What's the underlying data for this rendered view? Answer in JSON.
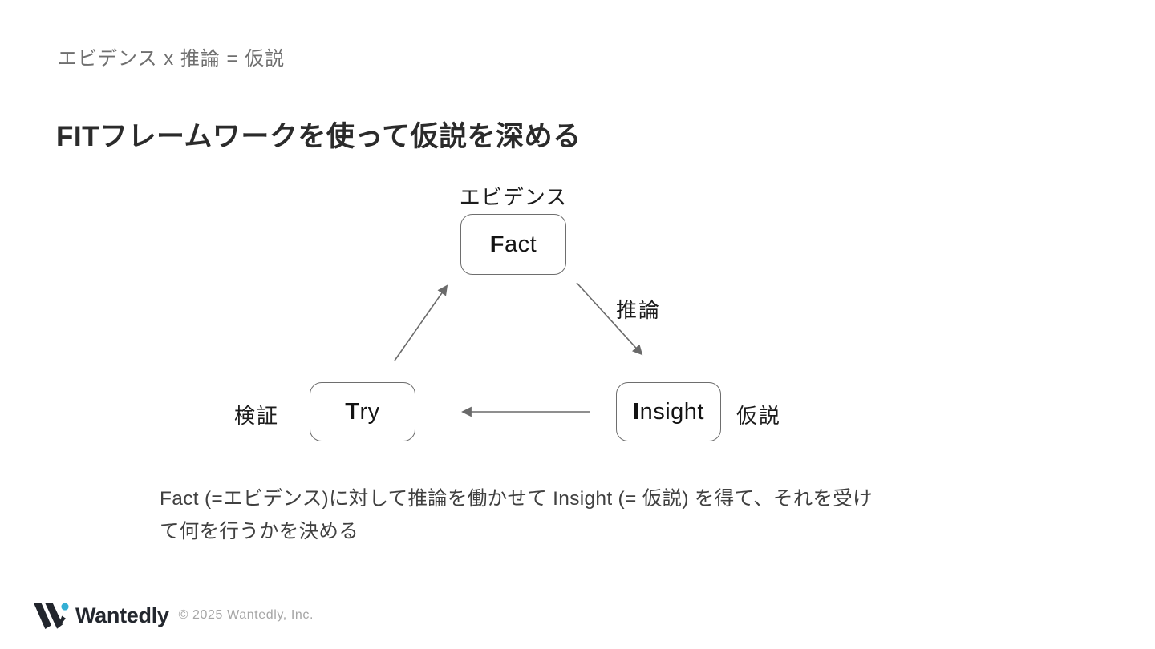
{
  "slide": {
    "eyebrow": "エビデンス x 推論 = 仮説",
    "title": "FITフレームワークを使って仮説を深める"
  },
  "diagram": {
    "nodes": {
      "fact": {
        "label": "Fact",
        "annotation": "エビデンス"
      },
      "insight": {
        "label": "Insight",
        "annotation": "仮説"
      },
      "try": {
        "label": "Try",
        "annotation": "検証"
      }
    },
    "edges": {
      "fact_to_insight": {
        "label": "推論"
      },
      "insight_to_try": {
        "label": ""
      },
      "try_to_fact": {
        "label": ""
      }
    },
    "stroke_color": "#6a6a6a"
  },
  "body": {
    "lines": [
      "Fact (=エビデンス)に対して推論を働かせて Insight (= 仮説) を得て、それを受け",
      "て何を行うかを決める"
    ]
  },
  "footer": {
    "brand": "Wantedly",
    "copyright": "© 2025 Wantedly, Inc.",
    "logo_dark": "#22262d",
    "logo_dot": "#33afd4"
  }
}
